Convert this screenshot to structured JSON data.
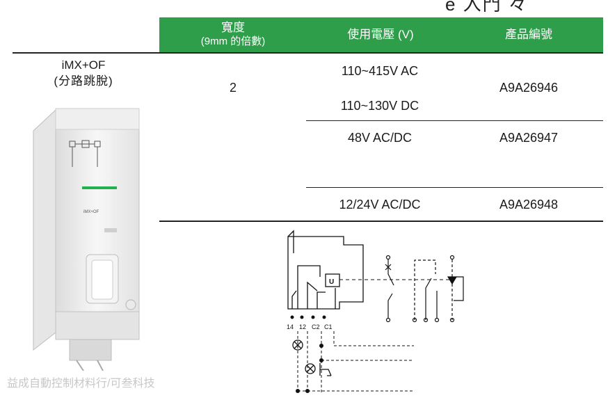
{
  "top_partial_text": "e 入門 々",
  "table": {
    "headers": {
      "width_title": "寬度",
      "width_sub": "(9mm 的倍數)",
      "voltage": "使用電壓 (V)",
      "part_number": "產品編號"
    },
    "product": {
      "name": "iMX+OF",
      "subtitle": "(分路跳脫)",
      "width": "2"
    },
    "rows": [
      {
        "voltage_1": "110~415V AC",
        "voltage_2": "110~130V DC",
        "part": "A9A26946"
      },
      {
        "voltage_1": "48V AC/DC",
        "part": "A9A26947"
      },
      {
        "voltage_1": "12/24V AC/DC",
        "part": "A9A26948"
      }
    ]
  },
  "device_label": "iMX+OF",
  "diagram": {
    "relay_label": "U",
    "terminals": [
      "14",
      "12",
      "C2",
      "C1"
    ]
  },
  "watermark": "益成自動控制材料行/可叁科技",
  "colors": {
    "header_green": "#2e9e4a",
    "device_green": "#22b14c"
  }
}
